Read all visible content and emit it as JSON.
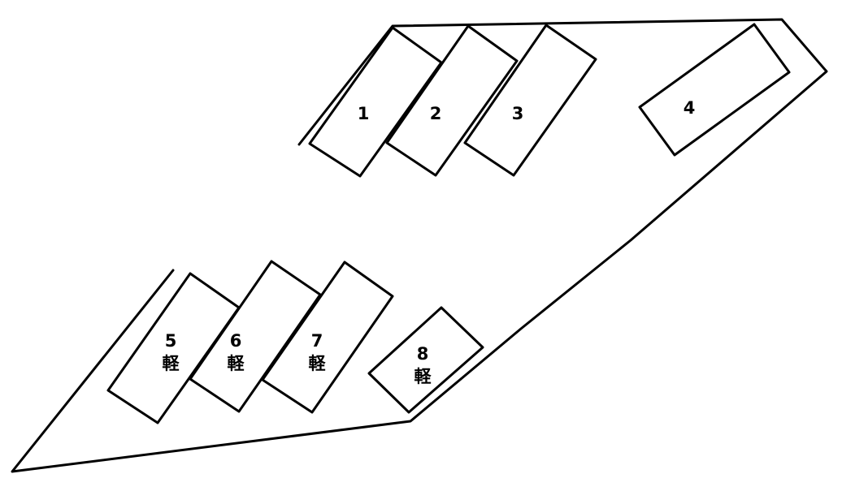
{
  "map": {
    "spaces": [
      {
        "number": "1",
        "type": ""
      },
      {
        "number": "2",
        "type": ""
      },
      {
        "number": "3",
        "type": ""
      },
      {
        "number": "4",
        "type": ""
      },
      {
        "number": "5",
        "type": "軽"
      },
      {
        "number": "6",
        "type": "軽"
      },
      {
        "number": "7",
        "type": "軽"
      },
      {
        "number": "8",
        "type": "軽"
      }
    ]
  }
}
